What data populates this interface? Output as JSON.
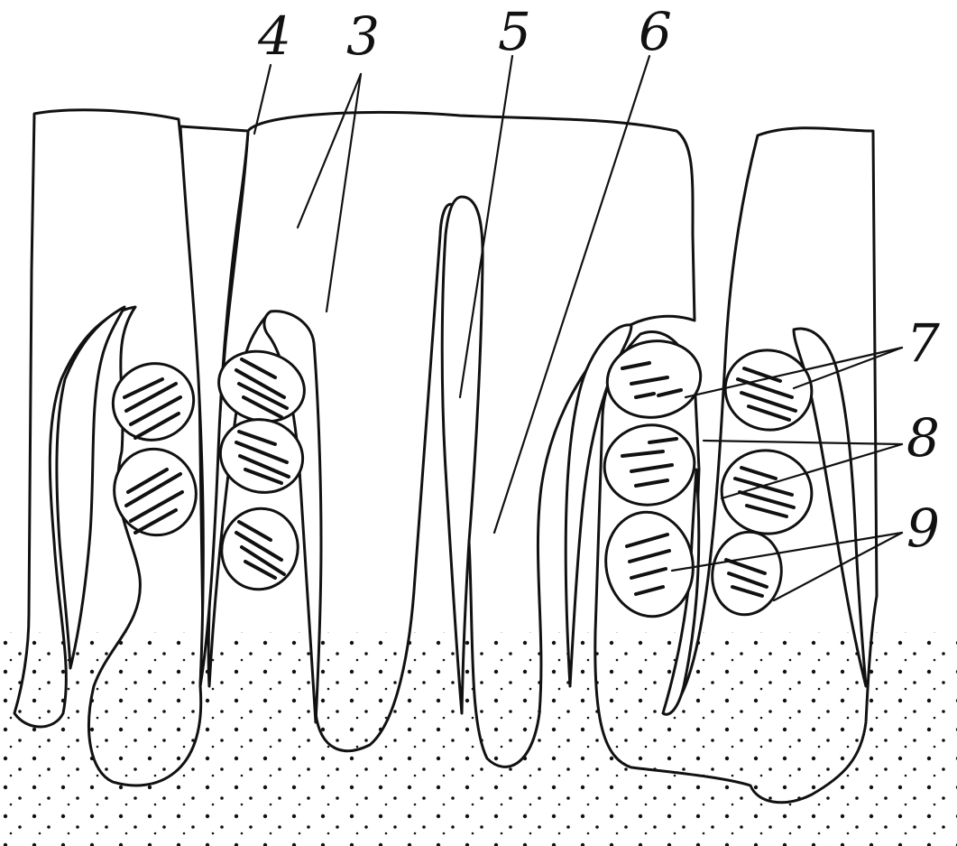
{
  "labels": {
    "l4": "4",
    "l3": "3",
    "l5": "5",
    "l6": "6",
    "l7": "7",
    "l8": "8",
    "l9": "9"
  }
}
